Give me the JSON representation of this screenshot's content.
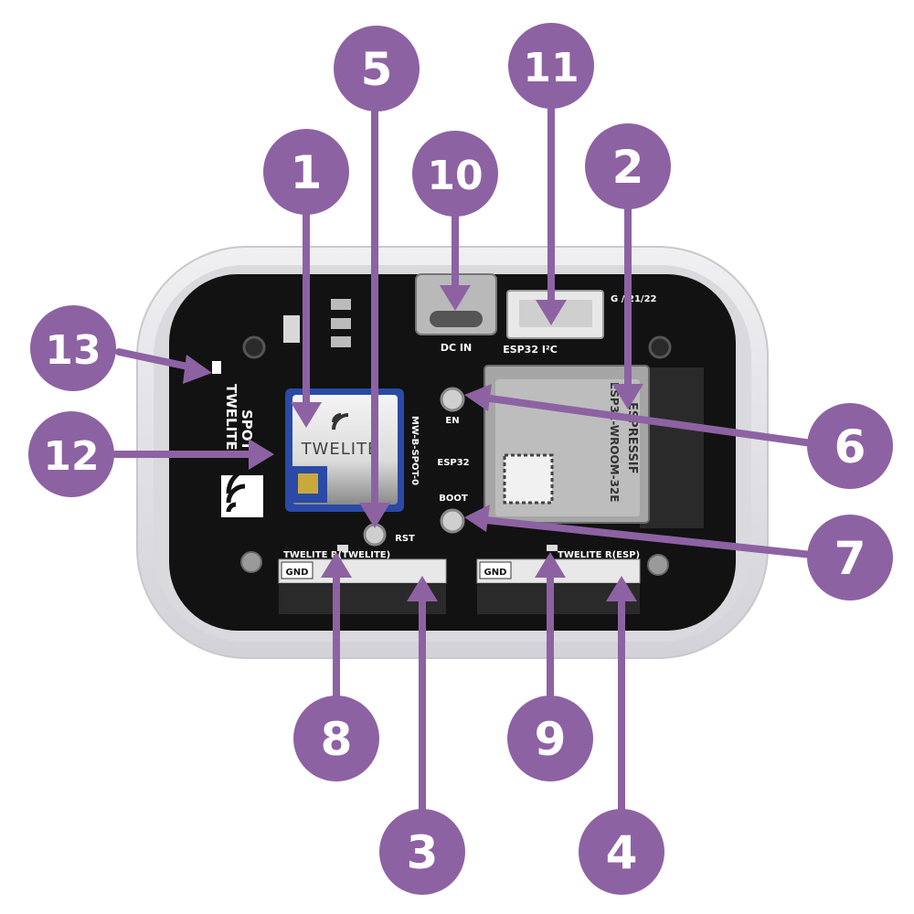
{
  "colors": {
    "callout": "#8d62a3",
    "pcb": "#121212",
    "enclosure": "#e6e6ea",
    "silkscreen": "#ffffff"
  },
  "board_labels": {
    "twelite_module": "TWELITE",
    "board_name_1": "TWELITE",
    "board_name_2": "SPOT",
    "model": "MW-B-SPOT-0",
    "dc_in": "DC IN",
    "i2c": "ESP32 I²C",
    "en": "EN",
    "esp32": "ESP32",
    "boot": "BOOT",
    "rst": "RST",
    "header_left": "TWELITE R(TWELITE)",
    "header_right": "TWELITE R(ESP)",
    "gnd_left": "GND",
    "gnd_right": "GND",
    "esp_brand": "ESPRESSIF",
    "esp_model": "ESP32-WROOM-32E",
    "date_code": "G   //21/22"
  },
  "callouts": [
    {
      "id": "c1",
      "label": "1"
    },
    {
      "id": "c2",
      "label": "2"
    },
    {
      "id": "c3",
      "label": "3"
    },
    {
      "id": "c4",
      "label": "4"
    },
    {
      "id": "c5",
      "label": "5"
    },
    {
      "id": "c6",
      "label": "6"
    },
    {
      "id": "c7",
      "label": "7"
    },
    {
      "id": "c8",
      "label": "8"
    },
    {
      "id": "c9",
      "label": "9"
    },
    {
      "id": "c10",
      "label": "10"
    },
    {
      "id": "c11",
      "label": "11"
    },
    {
      "id": "c12",
      "label": "12"
    },
    {
      "id": "c13",
      "label": "13"
    }
  ]
}
